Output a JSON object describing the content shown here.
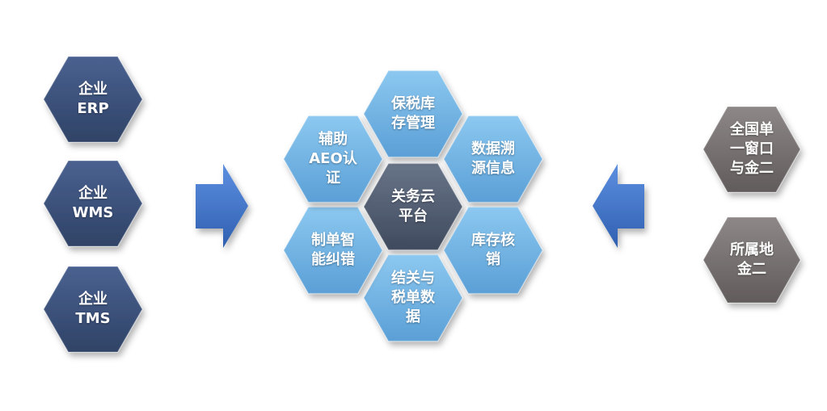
{
  "colors": {
    "dark_blue": "#3b5078",
    "light_blue": "#6aaee0",
    "slate": "#4f5a6e",
    "grey": "#7a7474",
    "arrow_blue": "#3f74c9"
  },
  "sources": [
    {
      "lines": [
        "企业",
        "ERP"
      ]
    },
    {
      "lines": [
        "企业",
        "WMS"
      ]
    },
    {
      "lines": [
        "企业",
        "TMS"
      ]
    }
  ],
  "platform": {
    "center": {
      "lines": [
        "关务云",
        "平台"
      ]
    },
    "modules": [
      {
        "lines": [
          "保税库",
          "存管理"
        ]
      },
      {
        "lines": [
          "数据溯",
          "源信息"
        ]
      },
      {
        "lines": [
          "库存核",
          "销"
        ]
      },
      {
        "lines": [
          "结关与",
          "税单数",
          "据"
        ]
      },
      {
        "lines": [
          "制单智",
          "能纠错"
        ]
      },
      {
        "lines": [
          "辅助",
          "AEO认",
          "证"
        ]
      }
    ]
  },
  "externals": [
    {
      "lines": [
        "全国单",
        "一窗口",
        "与金二"
      ]
    },
    {
      "lines": [
        "所属地",
        "金二"
      ]
    }
  ]
}
